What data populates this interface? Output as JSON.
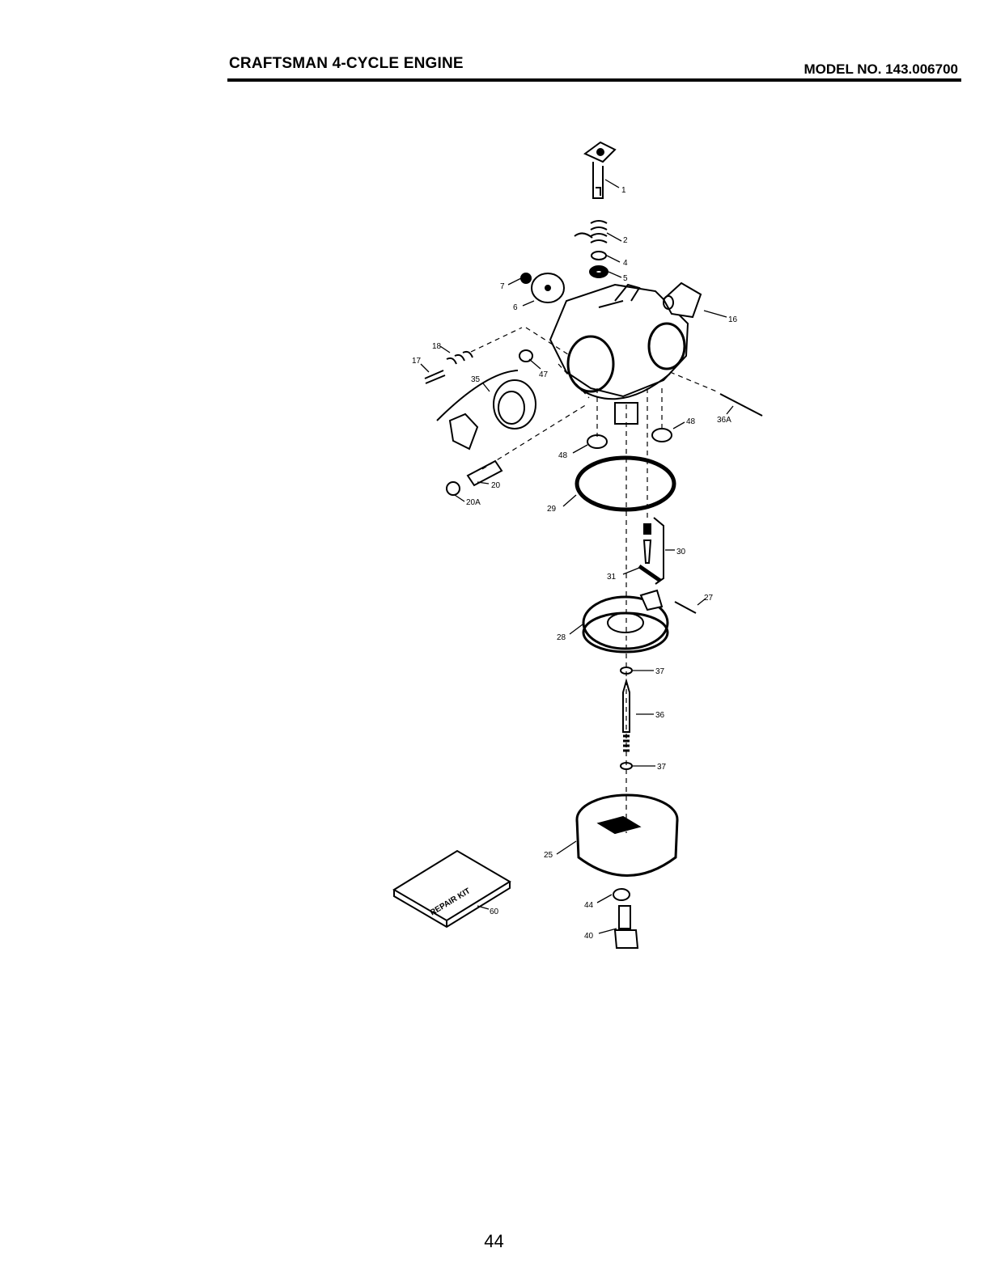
{
  "header": {
    "title": "CRAFTSMAN 4-CYCLE ENGINE",
    "model": "MODEL NO. 143.006700"
  },
  "diagram": {
    "kit_label": "REPAIR KIT",
    "callouts": [
      "1",
      "2",
      "4",
      "5",
      "7",
      "6",
      "16",
      "18",
      "17",
      "35",
      "47",
      "36A",
      "48",
      "48",
      "20",
      "20A",
      "29",
      "30",
      "31",
      "27",
      "28",
      "37",
      "36",
      "37",
      "25",
      "44",
      "40",
      "60"
    ]
  },
  "page_number": "44"
}
